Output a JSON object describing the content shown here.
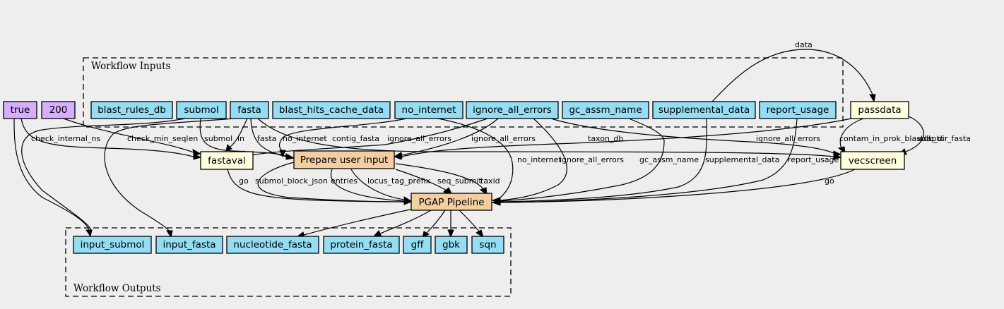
{
  "clusters": {
    "inputs": "Workflow Inputs",
    "outputs": "Workflow Outputs"
  },
  "colors": {
    "background": "#eeeeee",
    "input": "#94ddf4",
    "constant": "#d5aefc",
    "step": "#ffffe0",
    "subworkflow": "#f3cea1"
  },
  "nodes": {
    "true": "true",
    "n200": "200",
    "blast_rules_db": "blast_rules_db",
    "submol": "submol",
    "fasta": "fasta",
    "blast_hits_cache_data": "blast_hits_cache_data",
    "no_internet": "no_internet",
    "ignore_all_errors": "ignore_all_errors",
    "gc_assm_name": "gc_assm_name",
    "supplemental_data": "supplemental_data",
    "report_usage": "report_usage",
    "passdata": "passdata",
    "fastaval": "fastaval",
    "prepare": "Prepare user input",
    "vecscreen": "vecscreen",
    "pgap": "PGAP Pipeline",
    "input_submol": "input_submol",
    "input_fasta": "input_fasta",
    "nucleotide_fasta": "nucleotide_fasta",
    "protein_fasta": "protein_fasta",
    "gff": "gff",
    "gbk": "gbk",
    "sqn": "sqn"
  },
  "edge_labels": {
    "data": "data",
    "check_internal_ns": "check_internal_ns",
    "check_min_seqlen": "check_min_seqlen",
    "submol": "submol",
    "in": "in",
    "fasta": "fasta",
    "no_internet": "no_internet",
    "contig_fasta": "contig_fasta",
    "ignore_all_errors_1": "ignore_all_errors",
    "ignore_all_errors_2": "ignore_all_errors",
    "taxon_db": "taxon_db",
    "ignore_all_errors_3": "ignore_all_errors",
    "contam_in_prok_blastdb_dir": "contam_in_prok_blastdb_dir",
    "adaptor_fasta": "adaptor_fasta",
    "no_internet_2": "no_internet",
    "ignore_all_errors_4": "ignore_all_errors",
    "gc_assm_name": "gc_assm_name",
    "supplemental_data": "supplemental_data",
    "report_usage": "report_usage",
    "go_1": "go",
    "submol_block_json": "submol_block_json",
    "entries": "entries",
    "locus_tag_prefix": "locus_tag_prefix",
    "seq_submit": "seq_submit",
    "taxid": "taxid",
    "go_2": "go"
  }
}
